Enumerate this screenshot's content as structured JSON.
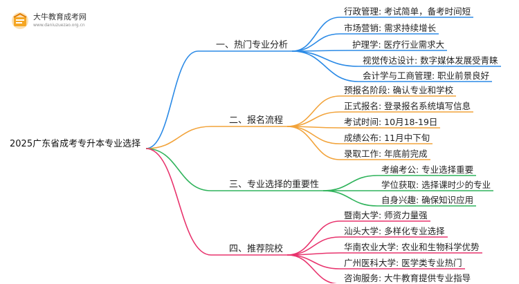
{
  "logo": {
    "title": "大牛教育成考网",
    "url": "www.daniuzuezao.org.cn"
  },
  "root": "2025广东省成考专升本专业选择",
  "colors": {
    "blue": "#2b8ae6",
    "orange": "#f2a33a",
    "green": "#2fb35b",
    "pink": "#e8336d"
  },
  "branches": [
    {
      "label": "一、热门专业分析",
      "leaves": [
        "行政管理: 考试简单，备考时间短",
        "市场营销: 需求持续增长",
        "护理学: 医疗行业需求大",
        "视觉传达设计: 数字媒体发展受青睐",
        "会计学与工商管理: 职业前景良好"
      ]
    },
    {
      "label": "二、报名流程",
      "leaves": [
        "预报名阶段: 确认专业和学校",
        "正式报名: 登录报名系统填写信息",
        "考试时间: 10月18-19日",
        "成绩公布: 11月中下旬",
        "录取工作: 年底前完成"
      ]
    },
    {
      "label": "三、专业选择的重要性",
      "leaves": [
        "考编考公: 专业选择重要",
        "学位获取: 选择课时少的专业",
        "自身兴趣: 确保知识应用"
      ]
    },
    {
      "label": "四、推荐院校",
      "leaves": [
        "暨南大学: 师资力量强",
        "汕头大学: 多样化专业选择",
        "华南农业大学: 农业和生物科学优势",
        "广州医科大学: 医学类专业热门",
        "咨询服务: 大牛教育提供专业指导"
      ]
    }
  ]
}
